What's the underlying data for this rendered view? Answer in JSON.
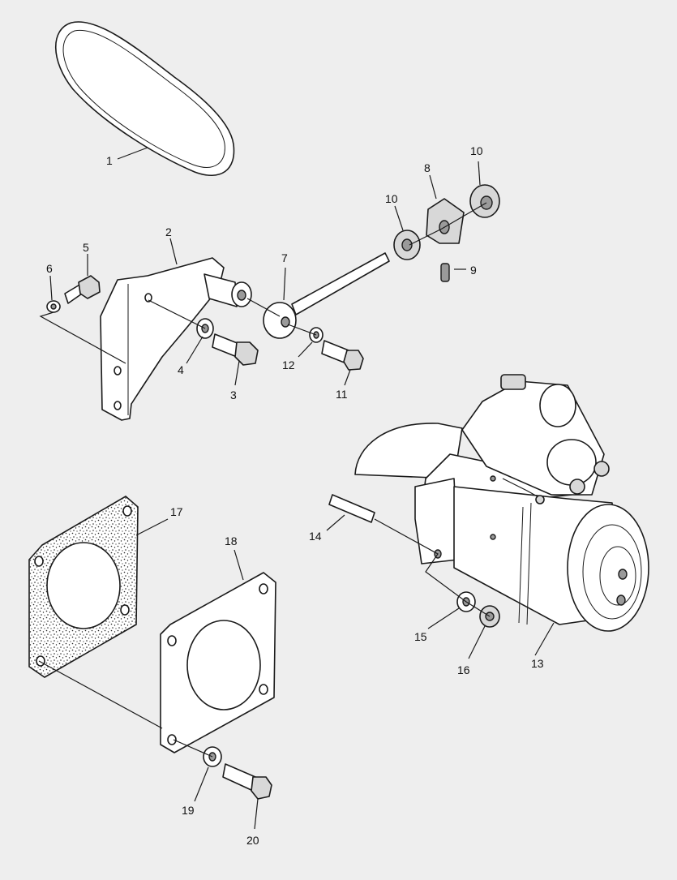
{
  "labels": {
    "l1": "1",
    "l2": "2",
    "l3": "3",
    "l4": "4",
    "l5": "5",
    "l6": "6",
    "l7": "7",
    "l8": "8",
    "l9": "9",
    "l10a": "10",
    "l10b": "10",
    "l11": "11",
    "l12": "12",
    "l13": "13",
    "l14": "14",
    "l15": "15",
    "l16": "16",
    "l17": "17",
    "l18": "18",
    "l19": "19",
    "l20": "20"
  }
}
